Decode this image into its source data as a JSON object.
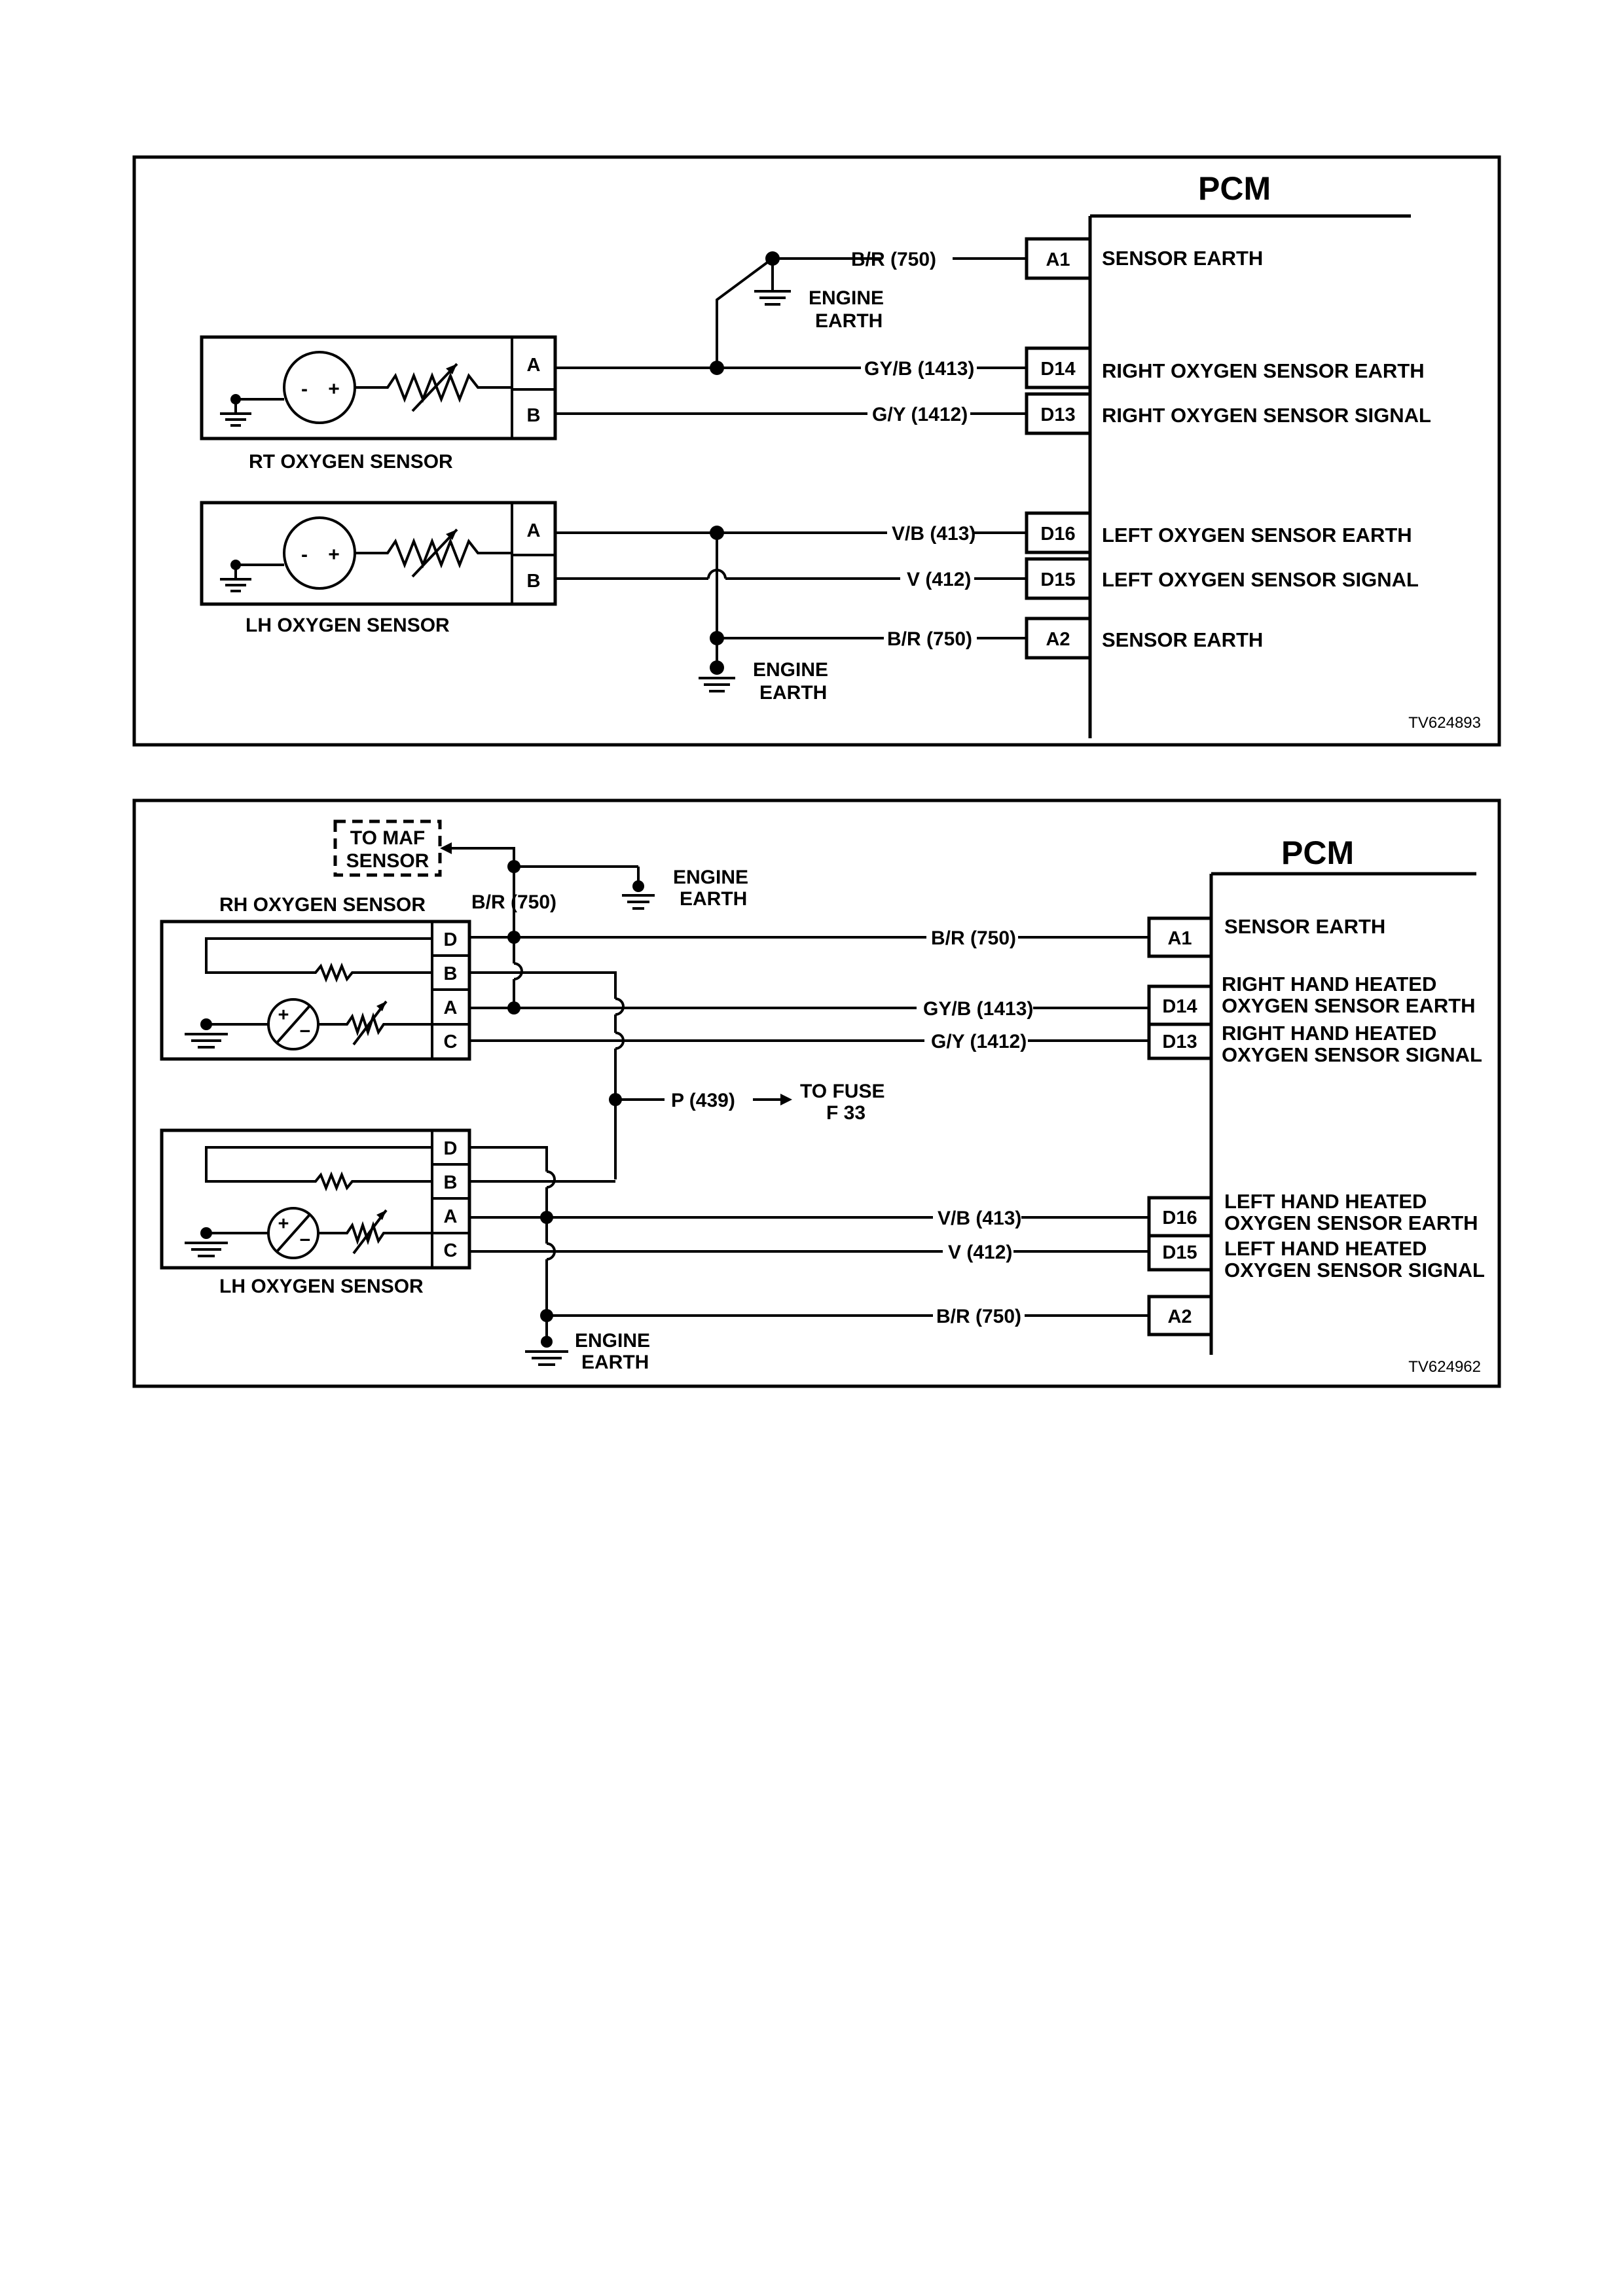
{
  "diagram1": {
    "pcm_title": "PCM",
    "code": "TV624893",
    "rt_sensor_label": "RT OXYGEN SENSOR",
    "lh_sensor_label": "LH OXYGEN SENSOR",
    "rt_pins": [
      "A",
      "B"
    ],
    "lh_pins": [
      "A",
      "B"
    ],
    "engine_earth_top": [
      "ENGINE",
      "EARTH"
    ],
    "engine_earth_bottom": [
      "ENGINE",
      "EARTH"
    ],
    "symbols": {
      "minus": "-",
      "plus": "+"
    },
    "rows": [
      {
        "wire": "B/R (750)",
        "pin": "A1",
        "signal": "SENSOR EARTH"
      },
      {
        "wire": "GY/B (1413)",
        "pin": "D14",
        "signal": "RIGHT OXYGEN SENSOR EARTH"
      },
      {
        "wire": "G/Y (1412)",
        "pin": "D13",
        "signal": "RIGHT OXYGEN SENSOR SIGNAL"
      },
      {
        "wire": "V/B (413)",
        "pin": "D16",
        "signal": "LEFT OXYGEN SENSOR EARTH"
      },
      {
        "wire": "V (412)",
        "pin": "D15",
        "signal": "LEFT OXYGEN SENSOR SIGNAL"
      },
      {
        "wire": "B/R (750)",
        "pin": "A2",
        "signal": "SENSOR EARTH"
      }
    ]
  },
  "diagram2": {
    "pcm_title": "PCM",
    "code": "TV624962",
    "maf_label": [
      "TO MAF",
      "SENSOR"
    ],
    "maf_wire": "B/R (750)",
    "engine_earth_top": [
      "ENGINE",
      "EARTH"
    ],
    "engine_earth_bottom": [
      "ENGINE",
      "EARTH"
    ],
    "rh_sensor_label": "RH OXYGEN SENSOR",
    "lh_sensor_label": "LH OXYGEN SENSOR",
    "rh_pins": [
      "D",
      "B",
      "A",
      "C"
    ],
    "lh_pins": [
      "D",
      "B",
      "A",
      "C"
    ],
    "fuse_wire": "P (439)",
    "fuse_label": [
      "TO FUSE",
      "F 33"
    ],
    "symbols": {
      "plus": "+",
      "minus": "−"
    },
    "rows": [
      {
        "wire": "B/R (750)",
        "pin": "A1",
        "signal": [
          "SENSOR EARTH"
        ]
      },
      {
        "wire": "GY/B (1413)",
        "pin": "D14",
        "signal": [
          "RIGHT HAND HEATED",
          "OXYGEN SENSOR EARTH"
        ]
      },
      {
        "wire": "G/Y (1412)",
        "pin": "D13",
        "signal": [
          "RIGHT HAND HEATED",
          "OXYGEN SENSOR SIGNAL"
        ]
      },
      {
        "wire": "V/B (413)",
        "pin": "D16",
        "signal": [
          "LEFT HAND HEATED",
          "OXYGEN SENSOR EARTH"
        ]
      },
      {
        "wire": "V (412)",
        "pin": "D15",
        "signal": [
          "LEFT HAND HEATED",
          "OXYGEN SENSOR SIGNAL"
        ]
      },
      {
        "wire": "B/R (750)",
        "pin": "A2",
        "signal": []
      }
    ]
  }
}
